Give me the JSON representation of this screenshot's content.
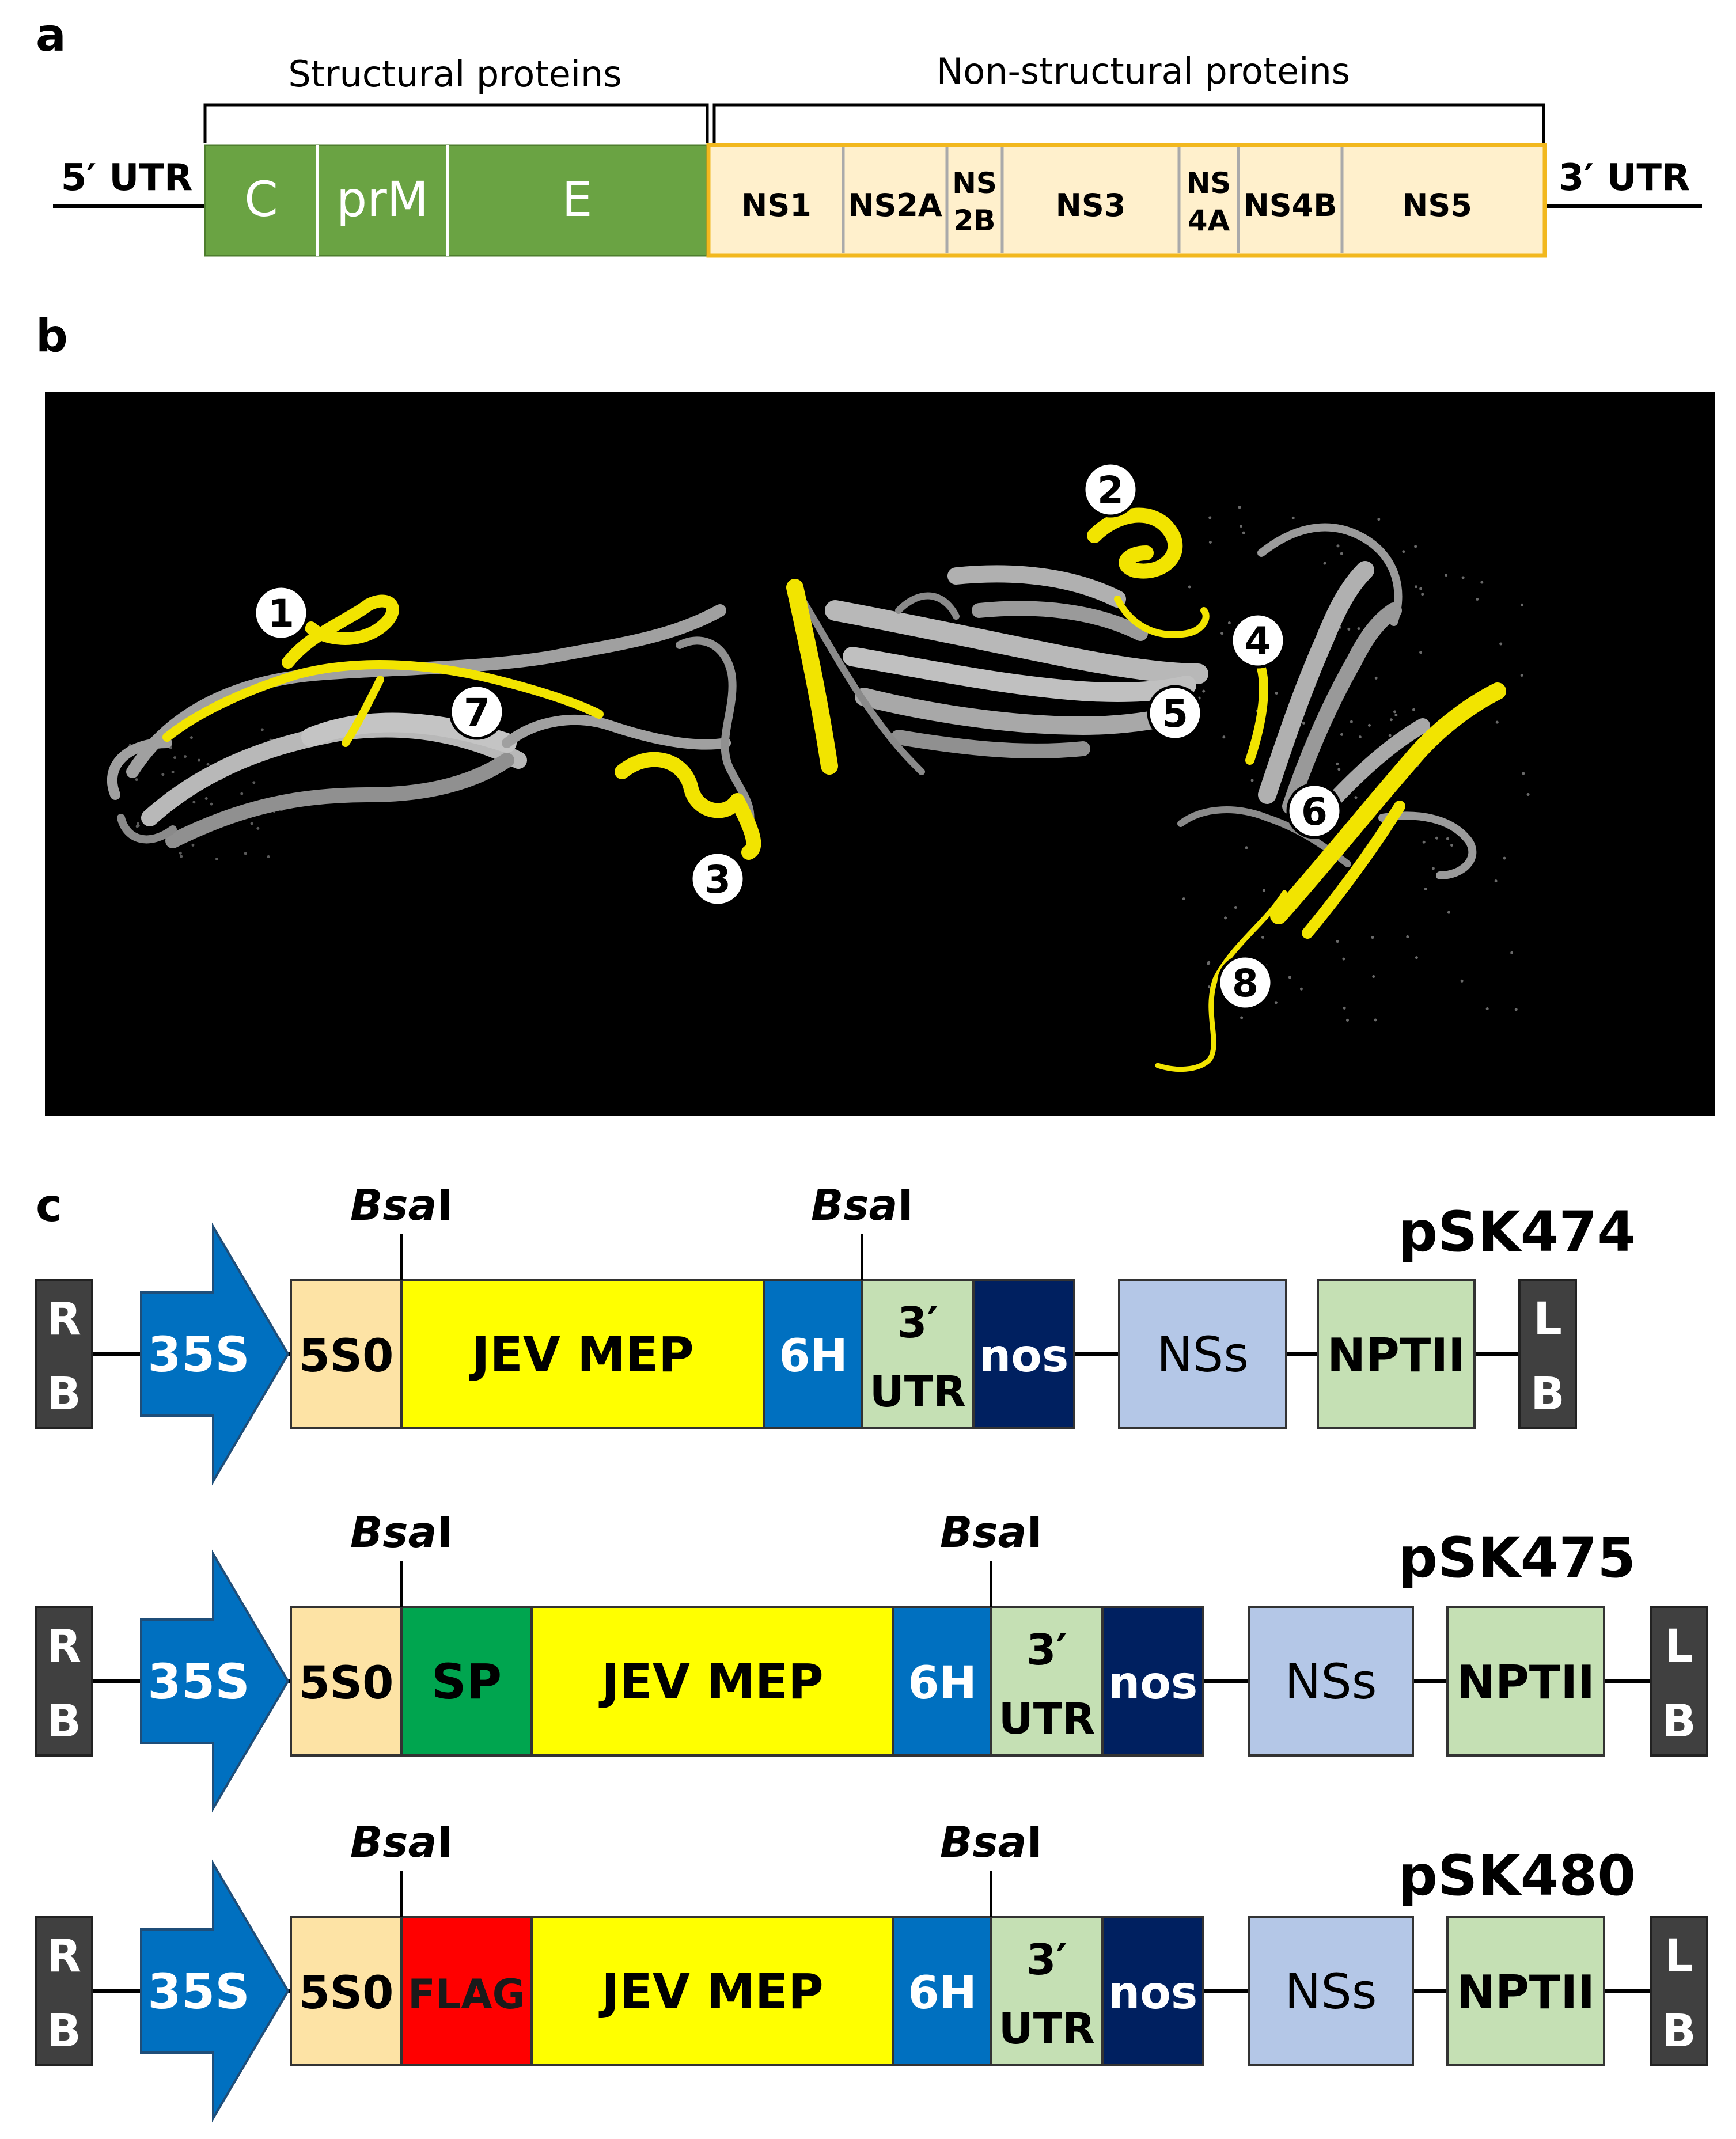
{
  "panels": {
    "a": "a",
    "b": "b",
    "c": "c"
  },
  "genome": {
    "utr5": "5′ UTR",
    "utr3": "3′ UTR",
    "structural_label": "Structural  proteins",
    "nonstructural_label": "Non-structural  proteins",
    "structural_color": "#6aa343",
    "nonstructural_color": "#fff0cc",
    "nonstructural_border": "#f2b81e",
    "structural": [
      {
        "name": "C"
      },
      {
        "name": "prM"
      },
      {
        "name": "E"
      }
    ],
    "nonstructural": [
      {
        "line1": "NS1",
        "line2": ""
      },
      {
        "line1": "NS2A",
        "line2": ""
      },
      {
        "line1": "NS",
        "line2": "2B"
      },
      {
        "line1": "NS3",
        "line2": ""
      },
      {
        "line1": "NS",
        "line2": "4A"
      },
      {
        "line1": "NS4B",
        "line2": ""
      },
      {
        "line1": "NS5",
        "line2": ""
      }
    ]
  },
  "structure": {
    "background": "#000000",
    "ribbon_color": "#a8a8a8",
    "epitope_color": "#f2e400",
    "markers": [
      "1",
      "2",
      "3",
      "4",
      "5",
      "6",
      "7",
      "8"
    ]
  },
  "constructs": [
    {
      "name": "pSK474",
      "rb": [
        "R",
        "B"
      ],
      "lb": [
        "L",
        "B"
      ],
      "promoter": "35S",
      "bsa_labels": [
        {
          "italic": "Bsa",
          "plain": "I"
        },
        {
          "italic": "Bsa",
          "plain": "I"
        }
      ],
      "cassette": [
        {
          "text": "5S0",
          "color": "#fde3a5",
          "text_color": "#000000"
        },
        {
          "text": "JEV MEP",
          "color": "#ffff00",
          "text_color": "#000000"
        },
        {
          "text": "6H",
          "color": "#0070c0",
          "text_color": "#ffffff"
        },
        {
          "text": "3′",
          "text2": "UTR",
          "color": "#c5e0b4",
          "text_color": "#000000"
        },
        {
          "text": "nos",
          "color": "#002060",
          "text_color": "#ffffff"
        }
      ],
      "NSs": "NSs",
      "NPTII": "NPTII"
    },
    {
      "name": "pSK475",
      "rb": [
        "R",
        "B"
      ],
      "lb": [
        "L",
        "B"
      ],
      "promoter": "35S",
      "bsa_labels": [
        {
          "italic": "Bsa",
          "plain": "I"
        },
        {
          "italic": "Bsa",
          "plain": "I"
        }
      ],
      "cassette": [
        {
          "text": "5S0",
          "color": "#fde3a5",
          "text_color": "#000000"
        },
        {
          "text": "SP",
          "color": "#00a54f",
          "text_color": "#000000"
        },
        {
          "text": "JEV MEP",
          "color": "#ffff00",
          "text_color": "#000000"
        },
        {
          "text": "6H",
          "color": "#0070c0",
          "text_color": "#ffffff"
        },
        {
          "text": "3′",
          "text2": "UTR",
          "color": "#c5e0b4",
          "text_color": "#000000"
        },
        {
          "text": "nos",
          "color": "#002060",
          "text_color": "#ffffff"
        }
      ],
      "NSs": "NSs",
      "NPTII": "NPTII"
    },
    {
      "name": "pSK480",
      "rb": [
        "R",
        "B"
      ],
      "lb": [
        "L",
        "B"
      ],
      "promoter": "35S",
      "bsa_labels": [
        {
          "italic": "Bsa",
          "plain": "I"
        },
        {
          "italic": "Bsa",
          "plain": "I"
        }
      ],
      "cassette": [
        {
          "text": "5S0",
          "color": "#fde3a5",
          "text_color": "#000000"
        },
        {
          "text": "FLAG",
          "color": "#ff0000",
          "text_color": "#1a1a1a"
        },
        {
          "text": "JEV MEP",
          "color": "#ffff00",
          "text_color": "#000000"
        },
        {
          "text": "6H",
          "color": "#0070c0",
          "text_color": "#ffffff"
        },
        {
          "text": "3′",
          "text2": "UTR",
          "color": "#c5e0b4",
          "text_color": "#000000"
        },
        {
          "text": "nos",
          "color": "#002060",
          "text_color": "#ffffff"
        }
      ],
      "NSs": "NSs",
      "NPTII": "NPTII"
    }
  ],
  "colors": {
    "border_box": "#404040",
    "promoter": "#0070c0",
    "nss": "#b4c7e7",
    "nptii": "#c5e0b4",
    "line": "#000000"
  }
}
